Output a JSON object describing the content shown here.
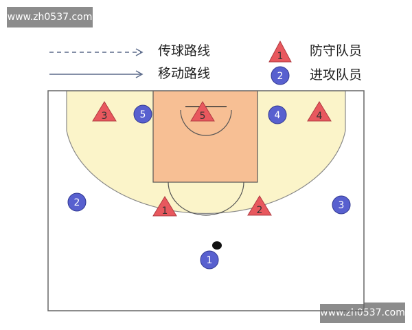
{
  "watermark": {
    "top": "www.zh0537.com",
    "bottom": "www.zh0537.com"
  },
  "legend": {
    "pass_route": "传球路线",
    "move_route": "移动路线",
    "defender": "防守队员",
    "attacker": "进攻队员",
    "defender_symbol_number": "1",
    "attacker_symbol_number": "2"
  },
  "colors": {
    "defender_fill": "#e8585e",
    "attacker_fill": "#5860cf",
    "key_fill": "#f7bf94",
    "three_point_area_fill": "#fbf4c9",
    "court_line": "#666666"
  },
  "players": {
    "defenders": [
      "3",
      "5",
      "4",
      "1",
      "2"
    ],
    "attackers": [
      "5",
      "4",
      "2",
      "3",
      "1"
    ]
  }
}
